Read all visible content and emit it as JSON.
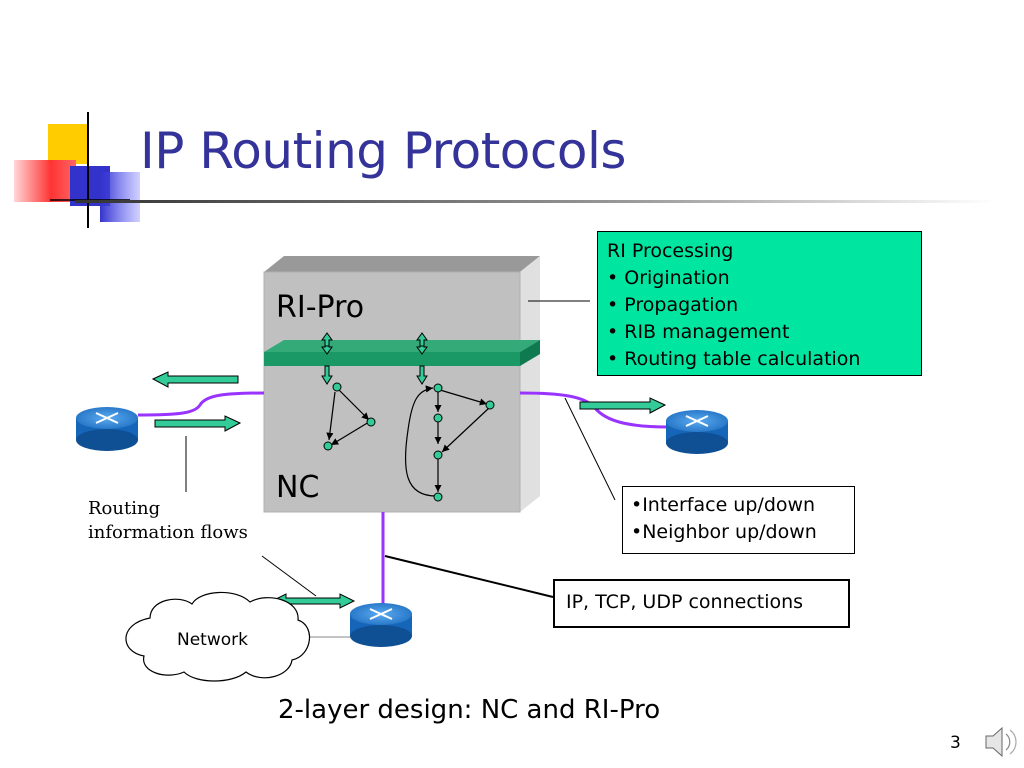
{
  "slide": {
    "title": "IP Routing Protocols",
    "subtitle": "2-layer design: NC and RI-Pro",
    "page_number": "3"
  },
  "diagram": {
    "ri_pro_label": "RI-Pro",
    "nc_label": "NC",
    "network_label": "Network",
    "caption": [
      "Routing",
      "information flows"
    ],
    "ri_processing_box": {
      "heading": "RI Processing",
      "items": [
        "• Origination",
        "• Propagation",
        "• RIB management",
        "• Routing table calculation"
      ]
    },
    "interface_box": {
      "items": [
        "•Interface up/down",
        "•Neighbor up/down"
      ]
    },
    "connections_box": {
      "text": "IP, TCP, UDP connections"
    }
  },
  "colors": {
    "title": "#333399",
    "ri_box_fill": "#00e6a0",
    "flow_arrow_fill": "#33cc99",
    "router": "#1874cd",
    "link": "#9933ff",
    "platform": "#1a9966"
  },
  "icons": [
    "router-icon",
    "cloud-icon",
    "speaker-icon",
    "slide-template-squares"
  ]
}
